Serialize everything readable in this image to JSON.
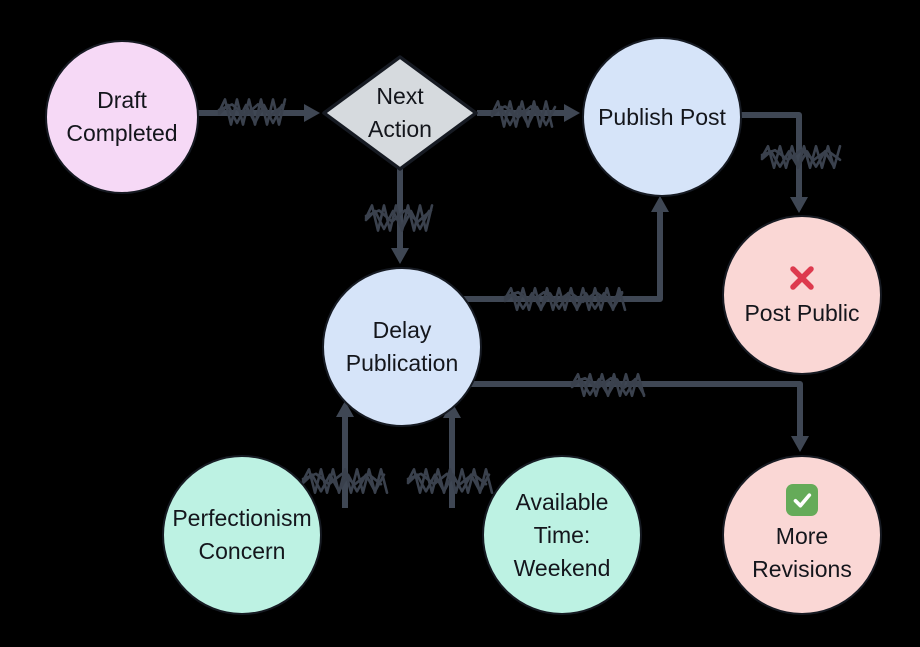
{
  "diagram": {
    "background_color": "#000000",
    "edge_color": "#3f4754",
    "scribble_color": "#3a414d",
    "nodes": [
      {
        "id": "draft-completed",
        "label": "Draft Completed",
        "shape": "circle",
        "fill": "#f6d9f6"
      },
      {
        "id": "next-action",
        "label": "Next Action",
        "shape": "diamond",
        "fill": "#d6dade"
      },
      {
        "id": "publish-post",
        "label": "Publish Post",
        "shape": "circle",
        "fill": "#d6e4f9"
      },
      {
        "id": "post-public",
        "label": "Post Public",
        "shape": "circle",
        "fill": "#fad7d5",
        "icon": "x-mark-icon",
        "icon_color": "#dd3a4e"
      },
      {
        "id": "delay-publication",
        "label": "Delay Publication",
        "shape": "circle",
        "fill": "#d6e4f9"
      },
      {
        "id": "perfectionism-concern",
        "label": "Perfectionism Concern",
        "shape": "circle",
        "fill": "#bdf2e3"
      },
      {
        "id": "available-time-weekend",
        "label": "Available Time: Weekend",
        "shape": "circle",
        "fill": "#bdf2e3"
      },
      {
        "id": "more-revisions",
        "label": "More Revisions",
        "shape": "circle",
        "fill": "#fad7d5",
        "icon": "check-mark-icon",
        "icon_color": "#65ab59"
      }
    ],
    "edges": [
      {
        "from": "draft-completed",
        "to": "next-action",
        "label_state": "scribbled-out"
      },
      {
        "from": "next-action",
        "to": "publish-post",
        "label_state": "scribbled-out"
      },
      {
        "from": "publish-post",
        "to": "post-public",
        "label_state": "scribbled-out"
      },
      {
        "from": "next-action",
        "to": "delay-publication",
        "label_state": "scribbled-out"
      },
      {
        "from": "delay-publication",
        "to": "publish-post",
        "label_state": "scribbled-out"
      },
      {
        "from": "delay-publication",
        "to": "more-revisions",
        "label_state": "scribbled-out"
      },
      {
        "from": "perfectionism-concern",
        "to": "delay-publication",
        "label_state": "scribbled-out"
      },
      {
        "from": "available-time-weekend",
        "to": "delay-publication",
        "label_state": "scribbled-out"
      }
    ]
  }
}
